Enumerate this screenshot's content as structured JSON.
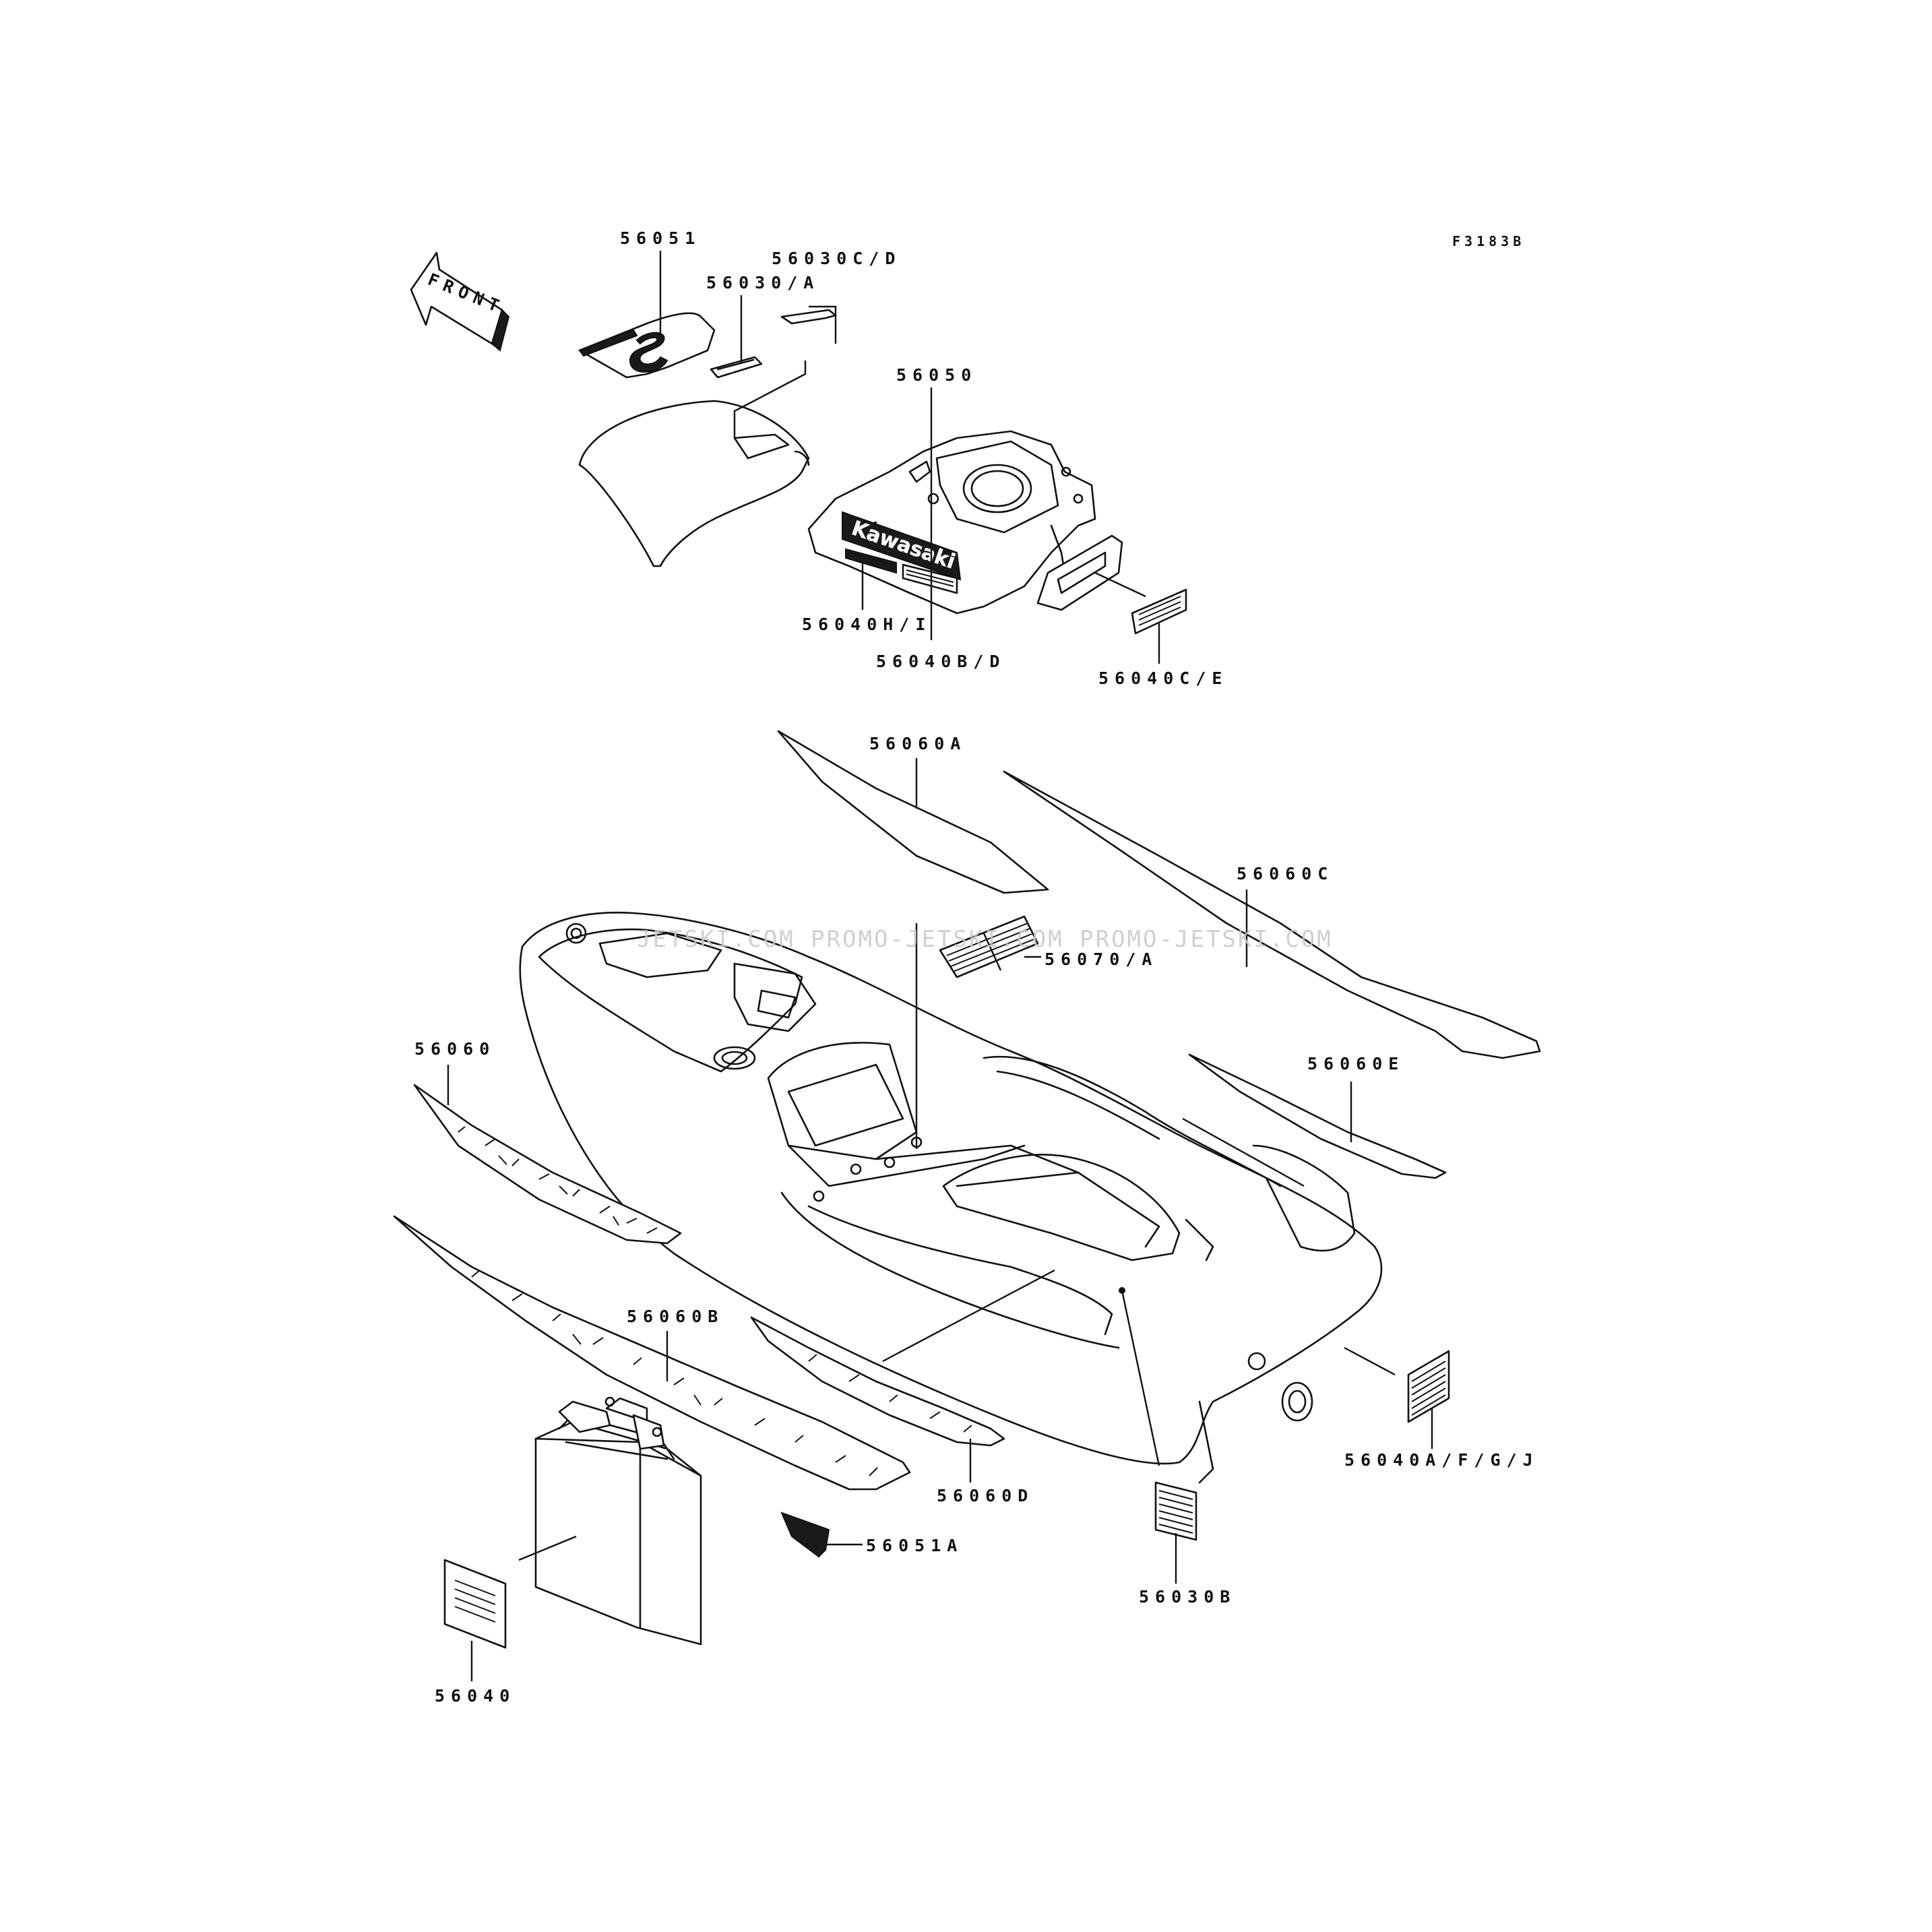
{
  "figure_code": "F3183B",
  "front_label": "FRONT",
  "brand_text": "Kawasaki",
  "watermark": "JETSKI.COM  PROMO-JETSKI.COM  PROMO-JETSKI.COM",
  "parts": {
    "p56051": "56051",
    "p56030CD": "56030C/D",
    "p56030A": "56030/A",
    "p56050": "56050",
    "p56040HI": "56040H/I",
    "p56040BD": "56040B/D",
    "p56040CE": "56040C/E",
    "p56060A": "56060A",
    "p56060C": "56060C",
    "p56070A": "56070/A",
    "p56060": "56060",
    "p56060E": "56060E",
    "p56060B": "56060B",
    "p56060D": "56060D",
    "p56051A": "56051A",
    "p56040AFGJ": "56040A/F/G/J",
    "p56030B": "56030B",
    "p56040": "56040"
  }
}
